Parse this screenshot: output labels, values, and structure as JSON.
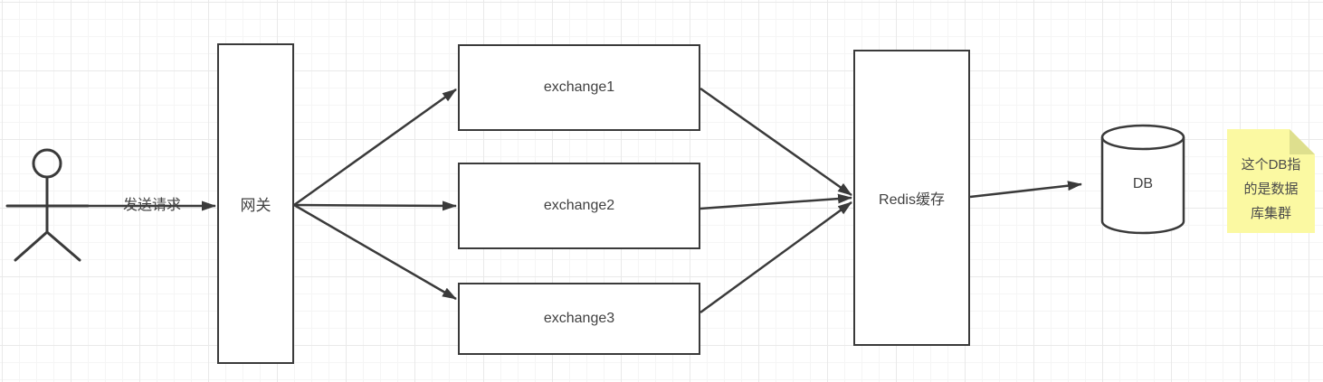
{
  "diagram": {
    "edge_label": "发送请求",
    "gateway": {
      "label": "网关"
    },
    "exchanges": [
      {
        "label": "exchange1"
      },
      {
        "label": "exchange2"
      },
      {
        "label": "exchange3"
      }
    ],
    "redis": {
      "label": "Redis缓存"
    },
    "db": {
      "label": "DB"
    },
    "note": {
      "lines": [
        "这个DB指",
        "的是数据",
        "库集群"
      ],
      "full_text": "这个DB指的是数据库集群"
    },
    "colors": {
      "stroke": "#3a3a3a",
      "box_fill": "#ffffff",
      "note_fill": "#fbf9a2",
      "note_fold": "#dedf8e"
    }
  }
}
